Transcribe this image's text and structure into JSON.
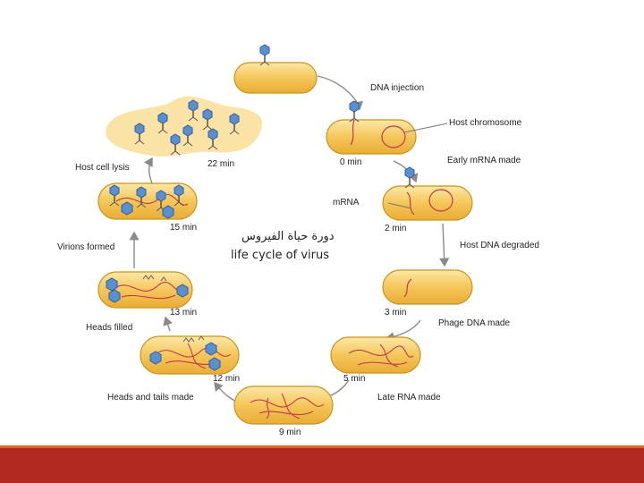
{
  "caption": {
    "arabic": "دورة حياة الفيروس",
    "english": "life cycle of virus"
  },
  "labels": {
    "dna_injection": "DNA injection",
    "host_chromosome": "Host chromosome",
    "early_mrna": "Early mRNA made",
    "mrna": "mRNA",
    "host_dna_degraded": "Host DNA degraded",
    "phage_dna_made": "Phage DNA made",
    "late_rna_made": "Late RNA made",
    "heads_tails_made": "Heads and tails made",
    "heads_filled": "Heads filled",
    "virions_formed": "Virions formed",
    "host_cell_lysis": "Host cell lysis"
  },
  "times": {
    "t0": "0 min",
    "t2": "2 min",
    "t3": "3 min",
    "t5": "5 min",
    "t9": "9 min",
    "t12": "12 min",
    "t13": "13 min",
    "t15": "15 min",
    "t22": "22 min"
  },
  "colors": {
    "cell_fill": "#f5c65a",
    "cell_stroke": "#c8941e",
    "dna": "#c0394b",
    "phage": "#5b8fd0",
    "arrow": "#8a8a8a",
    "footer": "#b1281e",
    "footer_accent": "#e06a1a"
  }
}
